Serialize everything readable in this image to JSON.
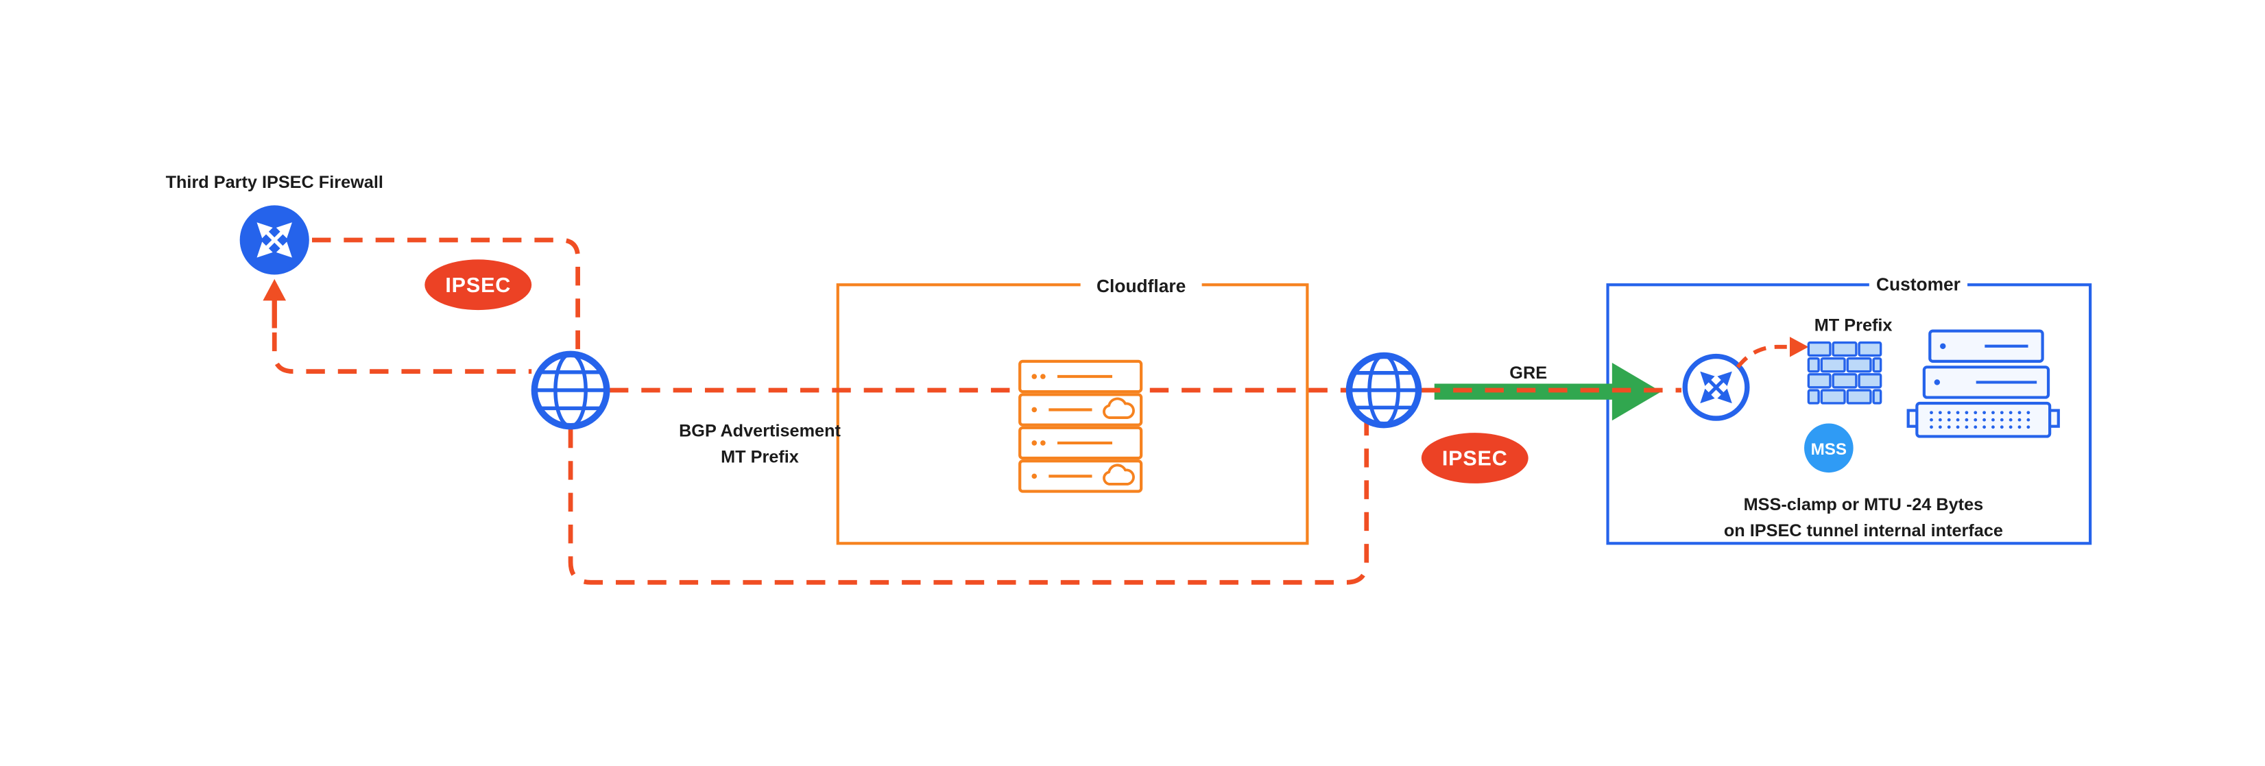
{
  "labels": {
    "third_party_firewall": "Third Party IPSEC Firewall",
    "bgp_line1": "BGP Advertisement",
    "bgp_line2": "MT Prefix",
    "gre": "GRE",
    "mt_prefix": "MT Prefix",
    "mss_note_line1": "MSS-clamp or MTU -24 Bytes",
    "mss_note_line2": "on IPSEC tunnel internal interface"
  },
  "badges": {
    "ipsec_left": "IPSEC",
    "ipsec_right": "IPSEC",
    "mss": "MSS"
  },
  "boxes": {
    "cloudflare": "Cloudflare",
    "customer": "Customer"
  },
  "colors": {
    "cloudflare_orange": "#F6821F",
    "tunnel_dash_red": "#F04E23",
    "ipsec_badge_red": "#EC4225",
    "network_blue": "#2563EB",
    "gre_green": "#31A74F",
    "mss_blue": "#2F9BF5"
  },
  "icons": {
    "router-icon": "circle-with-crossed-arrows",
    "internet-globe-icon": "globe-with-grid-lines",
    "server-stack-icon": "stacked-rack-servers",
    "cloud-icon": "cloud-outline",
    "firewall-bricks-icon": "brick-wall",
    "up-arrow-icon": "solid-arrow-up",
    "gre-arrow-icon": "thick-arrow-right",
    "mt-prefix-arrowhead-icon": "solid-arrowhead-right"
  }
}
